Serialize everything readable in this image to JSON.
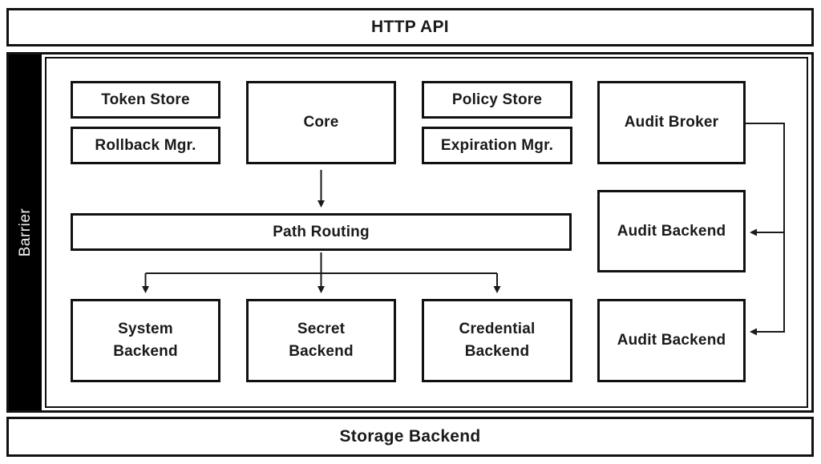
{
  "diagram": {
    "http_api_label": "HTTP API",
    "storage_label": "Storage Backend",
    "barrier_label": "Barrier",
    "colors": {
      "line": "#1a1a1a",
      "box_border": "#111111",
      "text": "#1a1a1a",
      "barrier_bg": "#000000",
      "barrier_text": "#f2f2f2",
      "bg": "#ffffff"
    },
    "nodes": {
      "token_store": {
        "label": "Token Store"
      },
      "rollback_mgr": {
        "label": "Rollback Mgr."
      },
      "core": {
        "label": "Core"
      },
      "policy_store": {
        "label": "Policy Store"
      },
      "expiration_mgr": {
        "label": "Expiration Mgr."
      },
      "audit_broker": {
        "label": "Audit Broker"
      },
      "path_routing": {
        "label": "Path Routing"
      },
      "system_backend": {
        "label": "System\nBackend"
      },
      "secret_backend": {
        "label": "Secret\nBackend"
      },
      "credential_backend": {
        "label": "Credential\nBackend"
      },
      "audit_backend_1": {
        "label": "Audit Backend"
      },
      "audit_backend_2": {
        "label": "Audit Backend"
      }
    },
    "edges": [
      {
        "from": "Core",
        "to": "Path Routing"
      },
      {
        "from": "Path Routing",
        "to": "System Backend"
      },
      {
        "from": "Path Routing",
        "to": "Secret Backend"
      },
      {
        "from": "Path Routing",
        "to": "Credential Backend"
      },
      {
        "from": "Audit Broker",
        "to": "Audit Backend (top)"
      },
      {
        "from": "Audit Broker",
        "to": "Audit Backend (bottom)"
      }
    ]
  }
}
